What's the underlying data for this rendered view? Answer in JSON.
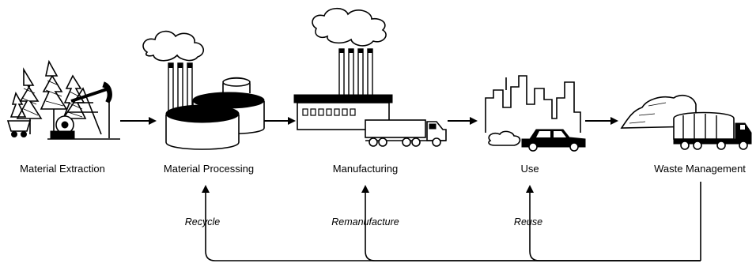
{
  "stages": [
    {
      "label": "Material Extraction",
      "icon": "oil-pump-forest-icon"
    },
    {
      "label": "Material Processing",
      "icon": "processing-plant-icon"
    },
    {
      "label": "Manufacturing",
      "icon": "factory-truck-icon"
    },
    {
      "label": "Use",
      "icon": "city-car-icon"
    },
    {
      "label": "Waste Management",
      "icon": "garbage-truck-landfill-icon"
    }
  ],
  "loops": [
    {
      "label": "Recycle",
      "target": "Material Processing"
    },
    {
      "label": "Remanufacture",
      "target": "Manufacturing"
    },
    {
      "label": "Reuse",
      "target": "Use"
    }
  ],
  "colors": {
    "ink": "#000000",
    "background": "#ffffff"
  }
}
